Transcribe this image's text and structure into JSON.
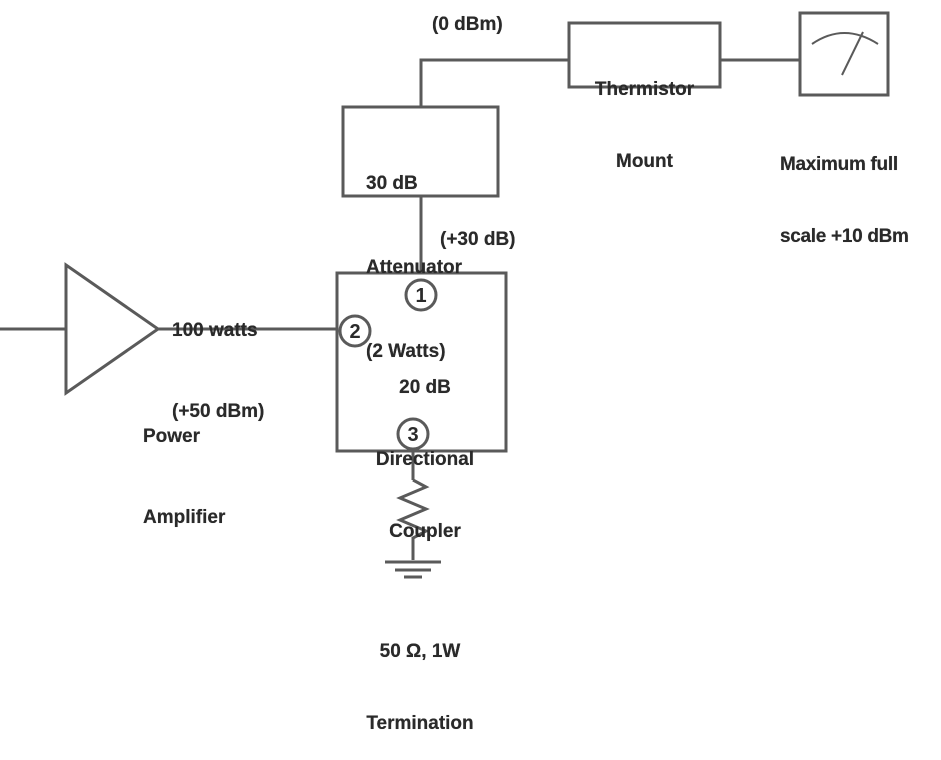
{
  "amplifier": {
    "label_line1": "Power",
    "label_line2": "Amplifier",
    "output_power_line1": "100 watts",
    "output_power_line2": "(+50 dBm)"
  },
  "coupler": {
    "label_line1": "20 dB",
    "label_line2": "Directional",
    "label_line3": "Coupler",
    "ports": [
      "1",
      "2",
      "3"
    ],
    "coupled_output": "(+30 dB)"
  },
  "attenuator": {
    "label_line1": "30 dB",
    "label_line2": "Attenuator",
    "label_line3": "(2 Watts)",
    "output_level": "(0 dBm)"
  },
  "thermistor": {
    "label_line1": "Thermistor",
    "label_line2": "Mount"
  },
  "meter": {
    "label_line1": "Maximum full",
    "label_line2": "scale +10 dBm"
  },
  "termination": {
    "label_line1": "50 Ω, 1W",
    "label_line2": "Termination"
  },
  "colors": {
    "line": "#5a5a5a",
    "text": "#2a2a2a",
    "background": "#ffffff"
  }
}
